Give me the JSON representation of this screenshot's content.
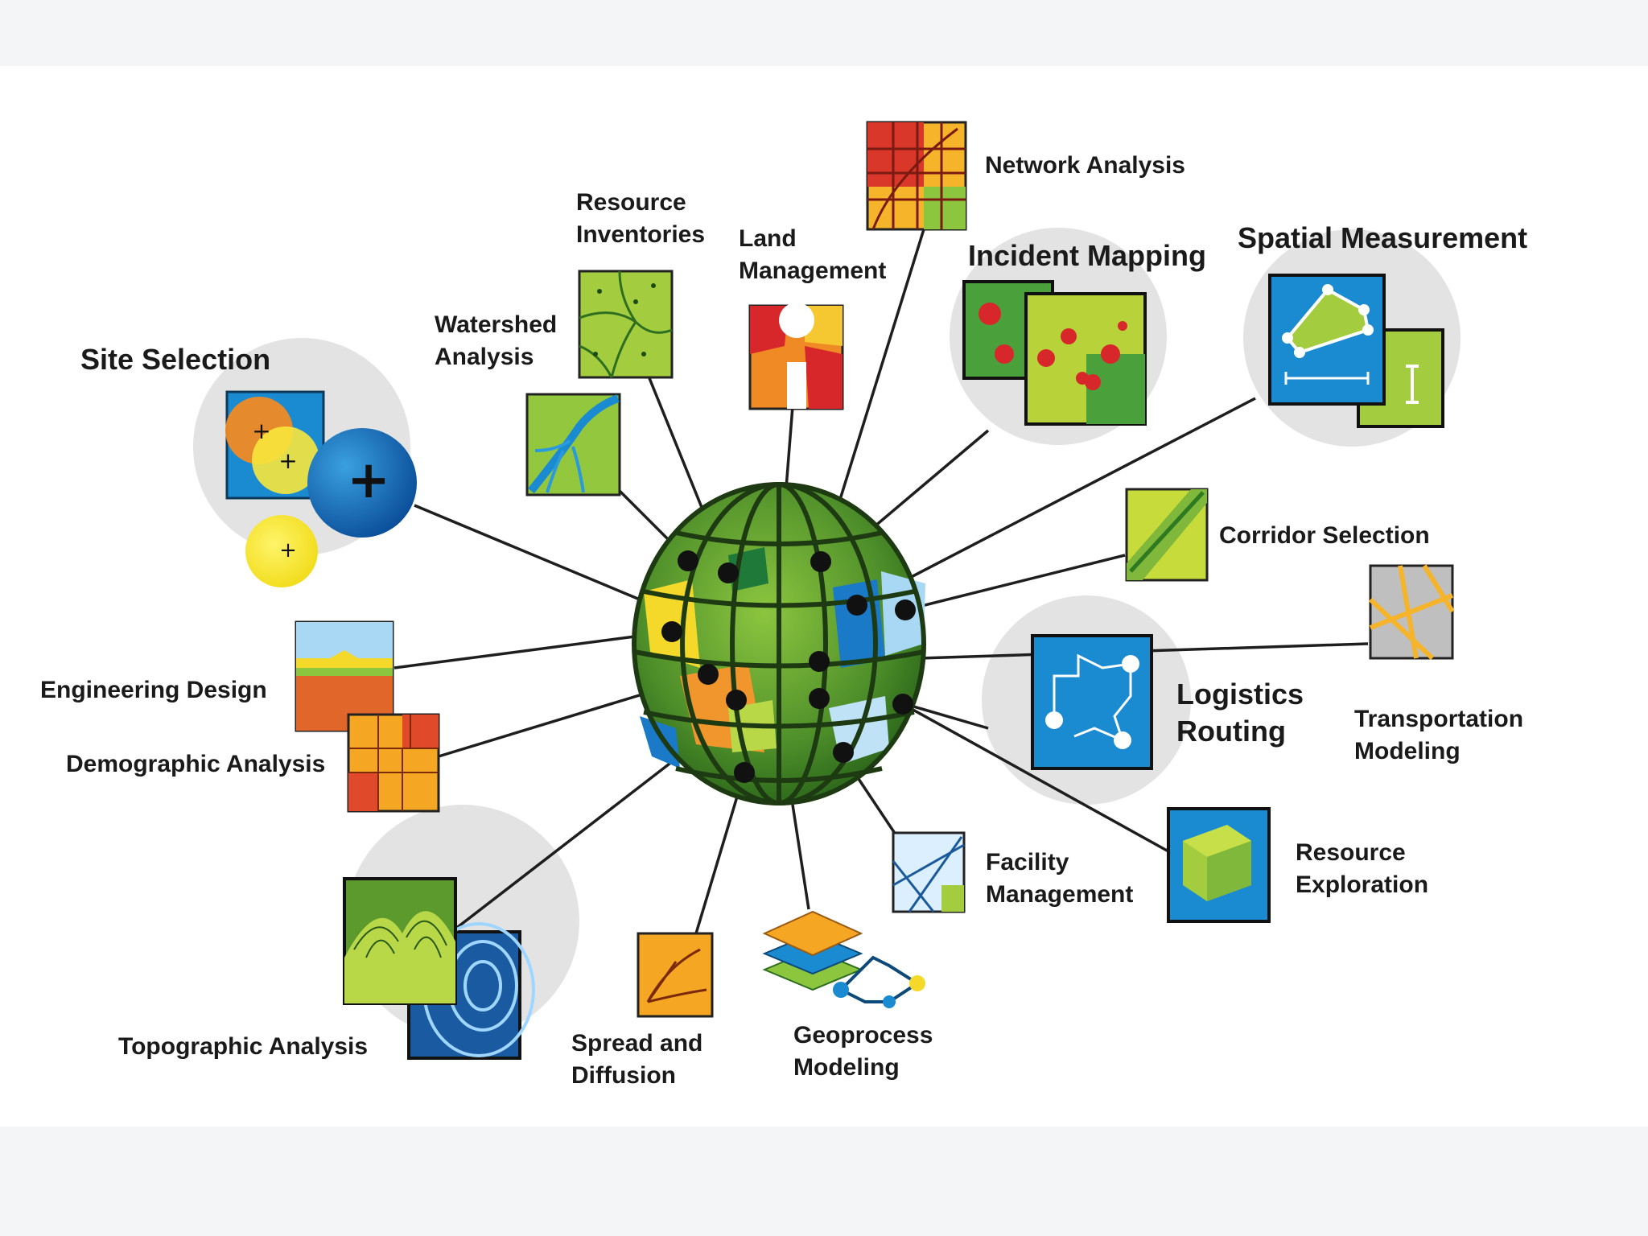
{
  "labels": {
    "site_selection": "Site Selection",
    "watershed_analysis_1": "Watershed",
    "watershed_analysis_2": "Analysis",
    "resource_inventories_1": "Resource",
    "resource_inventories_2": "Inventories",
    "land_management_1": "Land",
    "land_management_2": "Management",
    "network_analysis": "Network Analysis",
    "incident_mapping": "Incident Mapping",
    "spatial_measurement": "Spatial Measurement",
    "corridor_selection": "Corridor Selection",
    "logistics_routing_1": "Logistics",
    "logistics_routing_2": "Routing",
    "transportation_modeling_1": "Transportation",
    "transportation_modeling_2": "Modeling",
    "engineering_design": "Engineering Design",
    "demographic_analysis": "Demographic Analysis",
    "topographic_analysis": "Topographic Analysis",
    "spread_and_diffusion_1": "Spread and",
    "spread_and_diffusion_2": "Diffusion",
    "geoprocess_modeling_1": "Geoprocess",
    "geoprocess_modeling_2": "Modeling",
    "facility_management_1": "Facility",
    "facility_management_2": "Management",
    "resource_exploration_1": "Resource",
    "resource_exploration_2": "Exploration"
  },
  "colors": {
    "background": "#f4f5f6",
    "card": "#ffffff",
    "halo": "#e3e3e3",
    "globe_green": "#5c9a2e",
    "globe_light_green": "#93c14a",
    "accent_blue": "#1a8ad1",
    "accent_orange": "#f08a24",
    "accent_yellow": "#f5e52a",
    "accent_red": "#d8272a",
    "line": "#1e1e1e"
  }
}
